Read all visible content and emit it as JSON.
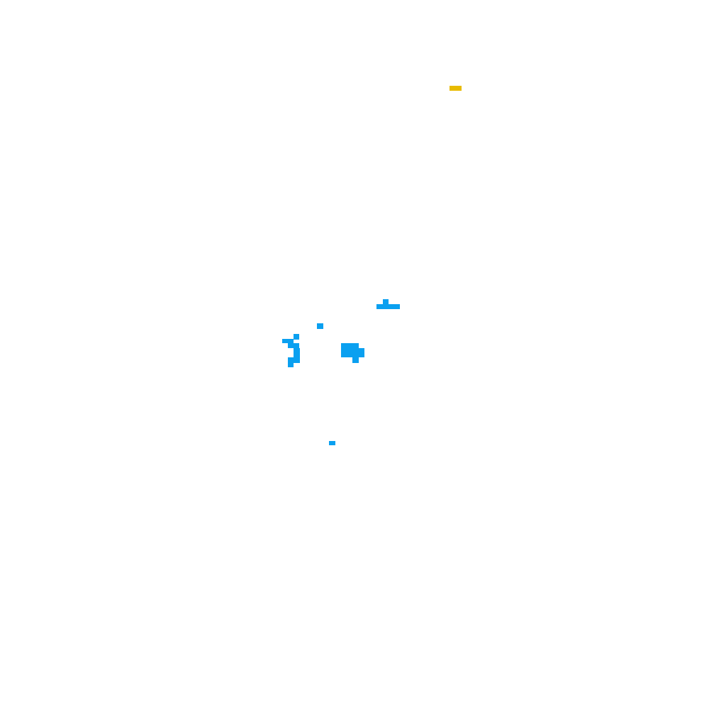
{
  "board": {
    "background": "#ffffff",
    "cell_count": 31
  },
  "palette": {
    "blue": "#0aa0f0",
    "yellow": "#e8bb00"
  },
  "objects": [
    {
      "name": "yellow-marker",
      "color": "yellow"
    },
    {
      "name": "blue-dash-cluster",
      "color": "blue"
    },
    {
      "name": "blue-small-square",
      "color": "blue"
    },
    {
      "name": "blue-left-glyph",
      "color": "blue"
    },
    {
      "name": "blue-block-cluster",
      "color": "blue"
    },
    {
      "name": "blue-bottom-dot",
      "color": "blue"
    }
  ]
}
